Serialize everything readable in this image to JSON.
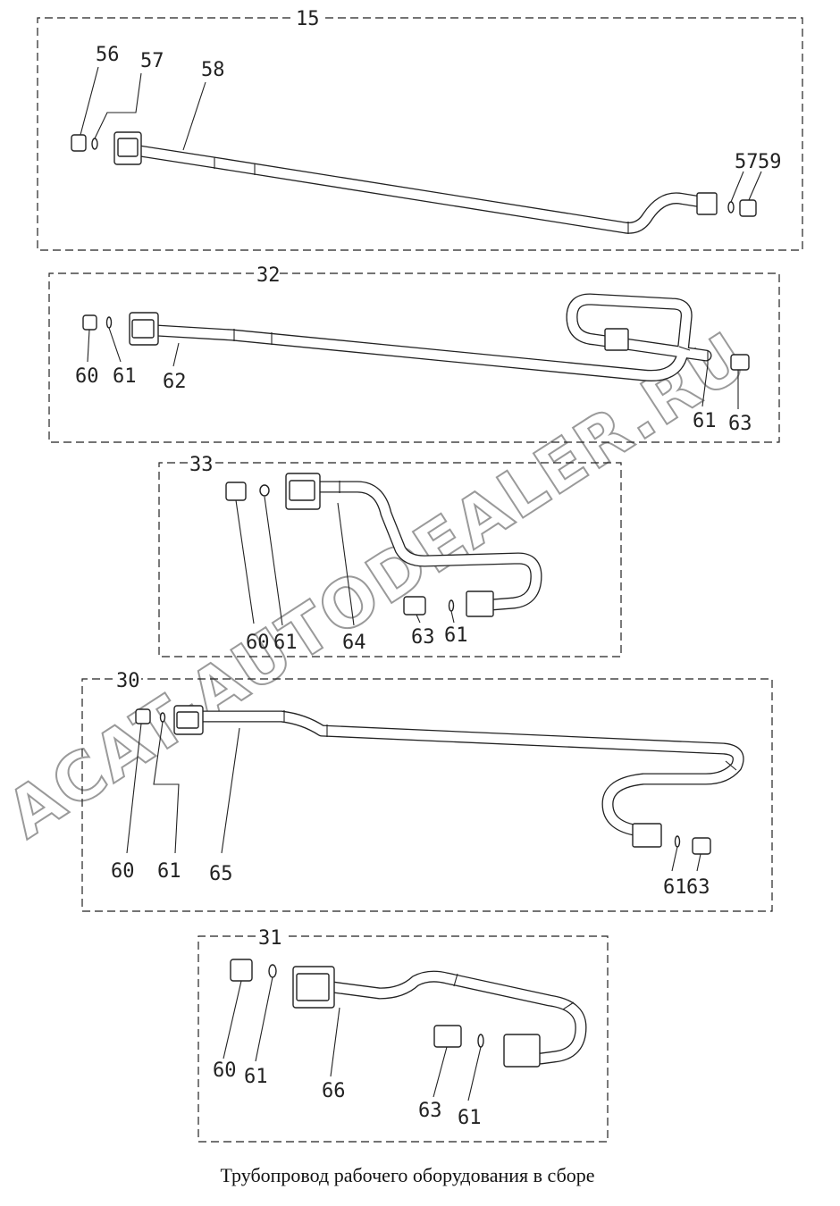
{
  "caption": "Трубопровод рабочего оборудования в сборе",
  "watermark": "ACAT-AUTODEALER.RU",
  "assemblies": [
    {
      "id": "15",
      "parts": [
        "56",
        "57",
        "58",
        "57",
        "59"
      ]
    },
    {
      "id": "32",
      "parts": [
        "60",
        "61",
        "62",
        "61",
        "63"
      ]
    },
    {
      "id": "33",
      "parts": [
        "60",
        "61",
        "64",
        "63",
        "61"
      ]
    },
    {
      "id": "30",
      "parts": [
        "60",
        "61",
        "65",
        "61",
        "63"
      ]
    },
    {
      "id": "31",
      "parts": [
        "60",
        "61",
        "66",
        "63",
        "61"
      ]
    }
  ]
}
